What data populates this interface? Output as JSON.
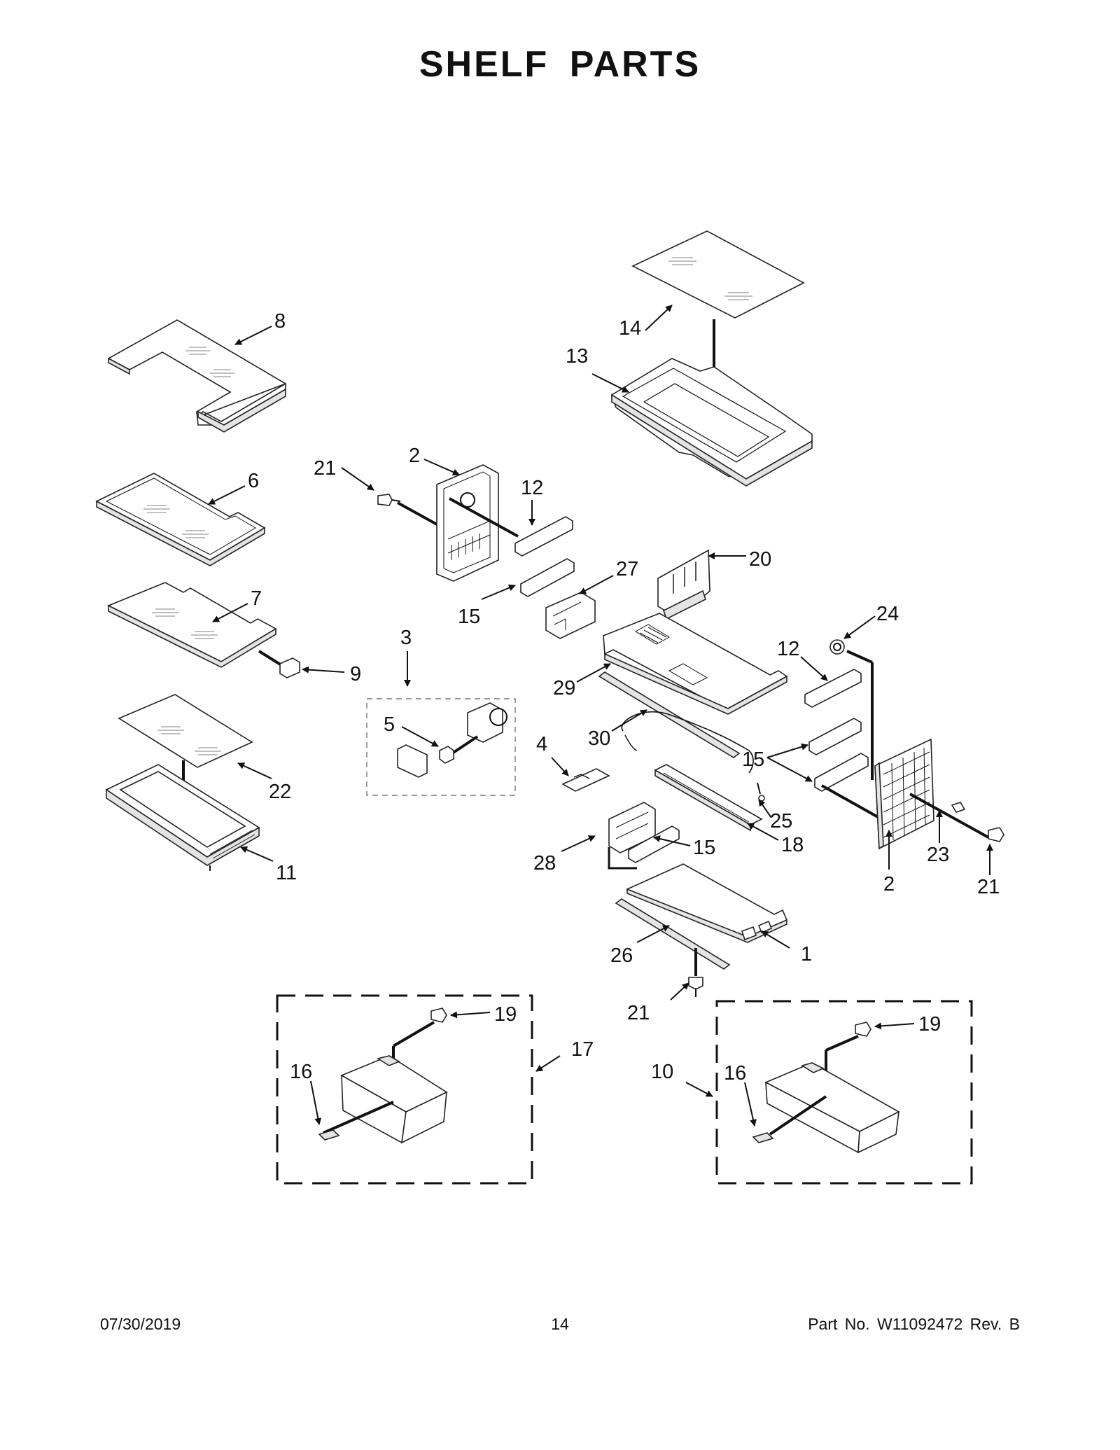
{
  "title": "SHELF PARTS",
  "footer": {
    "date": "07/30/2019",
    "page": "14",
    "part_no": "Part No.  W11092472  Rev.  B"
  },
  "callouts": {
    "c1": "1",
    "c2a": "2",
    "c2b": "2",
    "c3": "3",
    "c4": "4",
    "c5": "5",
    "c6": "6",
    "c7": "7",
    "c8": "8",
    "c9": "9",
    "c10": "10",
    "c11": "11",
    "c12a": "12",
    "c12b": "12",
    "c13": "13",
    "c14": "14",
    "c15a": "15",
    "c15b": "15",
    "c15c": "15",
    "c16a": "16",
    "c16b": "16",
    "c17": "17",
    "c18": "18",
    "c19a": "19",
    "c19b": "19",
    "c20": "20",
    "c21a": "21",
    "c21b": "21",
    "c21c": "21",
    "c22": "22",
    "c23": "23",
    "c24": "24",
    "c25": "25",
    "c26": "26",
    "c27": "27",
    "c28": "28",
    "c29": "29",
    "c30": "30"
  }
}
